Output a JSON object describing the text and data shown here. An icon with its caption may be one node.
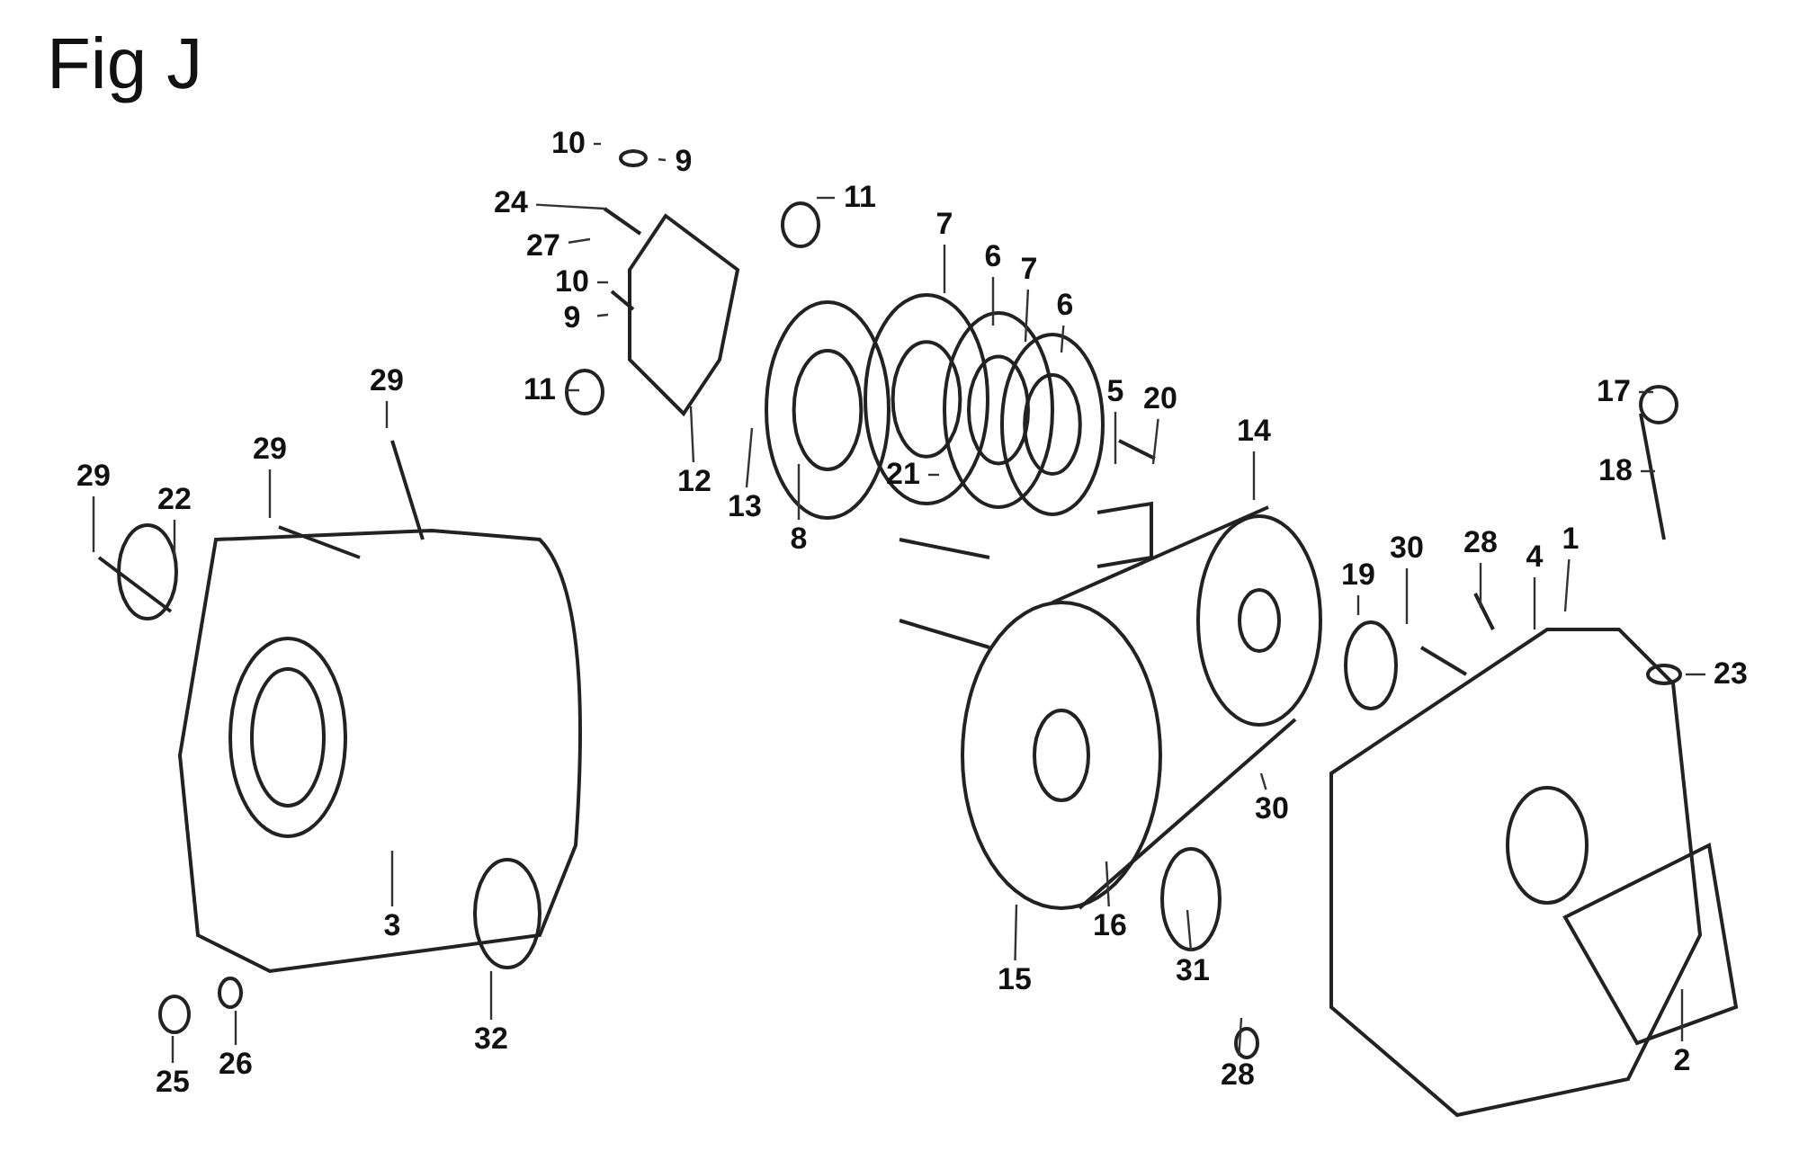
{
  "diagram": {
    "title": "Fig J",
    "nodes": [
      {
        "text": [
          "10"
        ]
      },
      {
        "text": [
          "9"
        ]
      },
      {
        "text": [
          "24"
        ]
      },
      {
        "text": [
          "11"
        ]
      },
      {
        "text": [
          "27"
        ]
      },
      {
        "text": [
          "10"
        ]
      },
      {
        "text": [
          "9"
        ]
      },
      {
        "text": [
          "11"
        ]
      },
      {
        "text": [
          "7"
        ]
      },
      {
        "text": [
          "6"
        ]
      },
      {
        "text": [
          "7"
        ]
      },
      {
        "text": [
          "6"
        ]
      },
      {
        "text": [
          "5"
        ]
      },
      {
        "text": [
          "20"
        ]
      },
      {
        "text": [
          "29"
        ]
      },
      {
        "text": [
          "29"
        ]
      },
      {
        "text": [
          "29"
        ]
      },
      {
        "text": [
          "12"
        ]
      },
      {
        "text": [
          "13"
        ]
      },
      {
        "text": [
          "8"
        ]
      },
      {
        "text": [
          "22"
        ]
      },
      {
        "text": [
          "14"
        ]
      },
      {
        "text": [
          "17"
        ]
      },
      {
        "text": [
          "18"
        ]
      },
      {
        "text": [
          "21"
        ]
      },
      {
        "text": [
          "19"
        ]
      },
      {
        "text": [
          "30"
        ]
      },
      {
        "text": [
          "28"
        ]
      },
      {
        "text": [
          "4"
        ]
      },
      {
        "text": [
          "1"
        ]
      },
      {
        "text": [
          "23"
        ]
      },
      {
        "text": [
          "30"
        ]
      },
      {
        "text": [
          "3"
        ]
      },
      {
        "text": [
          "32"
        ]
      },
      {
        "text": [
          "15"
        ]
      },
      {
        "text": [
          "16"
        ]
      },
      {
        "text": [
          "31"
        ]
      },
      {
        "text": [
          "25"
        ]
      },
      {
        "text": [
          "26"
        ]
      },
      {
        "text": [
          "28"
        ]
      },
      {
        "text": [
          "2"
        ]
      }
    ],
    "edges": [
      {
        "from": 0,
        "to": null,
        "arrow": "none"
      },
      {
        "from": 1,
        "to": null,
        "arrow": "none"
      },
      {
        "from": 2,
        "to": null,
        "arrow": "none"
      },
      {
        "from": 3,
        "to": null,
        "arrow": "none"
      },
      {
        "from": 4,
        "to": null,
        "arrow": "none"
      },
      {
        "from": 5,
        "to": null,
        "arrow": "none"
      },
      {
        "from": 6,
        "to": null,
        "arrow": "none"
      },
      {
        "from": 7,
        "to": null,
        "arrow": "none"
      },
      {
        "from": 8,
        "to": null,
        "arrow": "none"
      },
      {
        "from": 9,
        "to": null,
        "arrow": "none"
      },
      {
        "from": 10,
        "to": null,
        "arrow": "none"
      },
      {
        "from": 11,
        "to": null,
        "arrow": "none"
      },
      {
        "from": 12,
        "to": null,
        "arrow": "none"
      },
      {
        "from": 13,
        "to": null,
        "arrow": "none"
      },
      {
        "from": 14,
        "to": null,
        "arrow": "none"
      },
      {
        "from": 15,
        "to": null,
        "arrow": "none"
      },
      {
        "from": 16,
        "to": null,
        "arrow": "none"
      },
      {
        "from": 17,
        "to": null,
        "arrow": "none"
      },
      {
        "from": 18,
        "to": null,
        "arrow": "none"
      },
      {
        "from": 19,
        "to": null,
        "arrow": "none"
      },
      {
        "from": 20,
        "to": null,
        "arrow": "none"
      },
      {
        "from": 21,
        "to": null,
        "arrow": "none"
      },
      {
        "from": 22,
        "to": null,
        "arrow": "none"
      },
      {
        "from": 23,
        "to": null,
        "arrow": "none"
      },
      {
        "from": 24,
        "to": null,
        "arrow": "none"
      },
      {
        "from": 25,
        "to": null,
        "arrow": "none"
      },
      {
        "from": 26,
        "to": null,
        "arrow": "none"
      },
      {
        "from": 27,
        "to": null,
        "arrow": "none"
      },
      {
        "from": 28,
        "to": null,
        "arrow": "none"
      },
      {
        "from": 29,
        "to": null,
        "arrow": "none"
      },
      {
        "from": 30,
        "to": null,
        "arrow": "none"
      },
      {
        "from": 31,
        "to": null,
        "arrow": "none"
      },
      {
        "from": 32,
        "to": null,
        "arrow": "none"
      },
      {
        "from": 33,
        "to": null,
        "arrow": "none"
      },
      {
        "from": 34,
        "to": null,
        "arrow": "none"
      },
      {
        "from": 35,
        "to": null,
        "arrow": "none"
      },
      {
        "from": 36,
        "to": null,
        "arrow": "none"
      },
      {
        "from": 37,
        "to": null,
        "arrow": "none"
      },
      {
        "from": 38,
        "to": null,
        "arrow": "none"
      },
      {
        "from": 39,
        "to": null,
        "arrow": "none"
      },
      {
        "from": 40,
        "to": null,
        "arrow": "none"
      }
    ]
  }
}
